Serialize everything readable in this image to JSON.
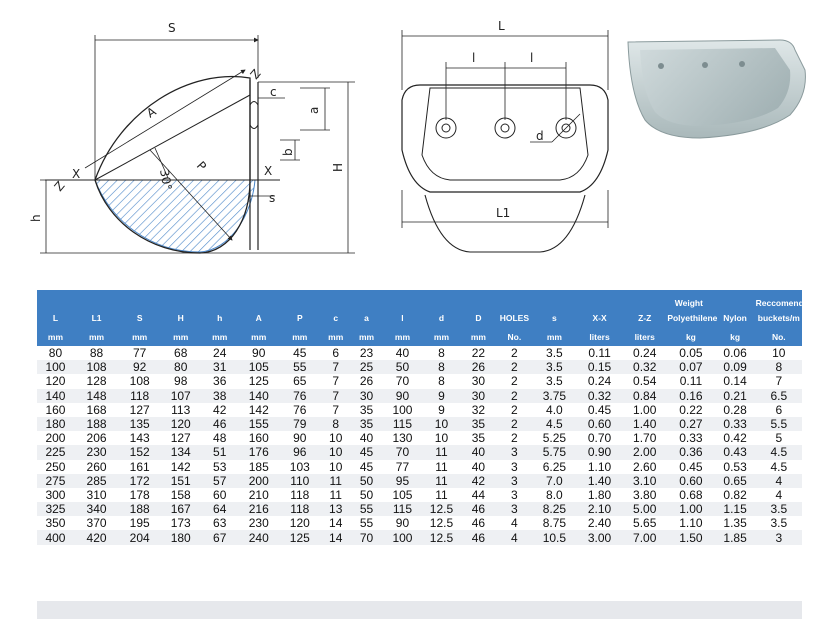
{
  "dims_left": {
    "S": "S",
    "A": "A",
    "P": "P",
    "c": "c",
    "a": "a",
    "b": "b",
    "H": "H",
    "h": "h",
    "s": "s",
    "x1": "X",
    "x2": "X",
    "z1": "Z",
    "z2": "Z",
    "angle": "30°"
  },
  "dims_mid": {
    "L": "L",
    "l1": "l",
    "l2": "l",
    "d": "d",
    "L1": "L1"
  },
  "table": {
    "header_row1": [
      "",
      "",
      "",
      "",
      "",
      "",
      "",
      "",
      "",
      "",
      "",
      "",
      "",
      "",
      "",
      "Weight",
      "",
      "Reccomended"
    ],
    "header_row2": [
      "L",
      "L1",
      "S",
      "H",
      "h",
      "A",
      "P",
      "c",
      "a",
      "l",
      "d",
      "D",
      "HOLES",
      "s",
      "X-X",
      "Z-Z",
      "Polyethilene",
      "Nylon",
      "buckets/m"
    ],
    "header_row3": [
      "mm",
      "mm",
      "mm",
      "mm",
      "mm",
      "mm",
      "mm",
      "mm",
      "mm",
      "mm",
      "mm",
      "mm",
      "No.",
      "mm",
      "liters",
      "liters",
      "kg",
      "kg",
      "No."
    ],
    "rows": [
      [
        "80",
        "88",
        "77",
        "68",
        "24",
        "90",
        "45",
        "6",
        "23",
        "40",
        "8",
        "22",
        "2",
        "3.5",
        "0.11",
        "0.24",
        "0.05",
        "0.06",
        "10"
      ],
      [
        "100",
        "108",
        "92",
        "80",
        "31",
        "105",
        "55",
        "7",
        "25",
        "50",
        "8",
        "26",
        "2",
        "3.5",
        "0.15",
        "0.32",
        "0.07",
        "0.09",
        "8"
      ],
      [
        "120",
        "128",
        "108",
        "98",
        "36",
        "125",
        "65",
        "7",
        "26",
        "70",
        "8",
        "30",
        "2",
        "3.5",
        "0.24",
        "0.54",
        "0.11",
        "0.14",
        "7"
      ],
      [
        "140",
        "148",
        "118",
        "107",
        "38",
        "140",
        "76",
        "7",
        "30",
        "90",
        "9",
        "30",
        "2",
        "3.75",
        "0.32",
        "0.84",
        "0.16",
        "0.21",
        "6.5"
      ],
      [
        "160",
        "168",
        "127",
        "113",
        "42",
        "142",
        "76",
        "7",
        "35",
        "100",
        "9",
        "32",
        "2",
        "4.0",
        "0.45",
        "1.00",
        "0.22",
        "0.28",
        "6"
      ],
      [
        "180",
        "188",
        "135",
        "120",
        "46",
        "155",
        "79",
        "8",
        "35",
        "115",
        "10",
        "35",
        "2",
        "4.5",
        "0.60",
        "1.40",
        "0.27",
        "0.33",
        "5.5"
      ],
      [
        "200",
        "206",
        "143",
        "127",
        "48",
        "160",
        "90",
        "10",
        "40",
        "130",
        "10",
        "35",
        "2",
        "5.25",
        "0.70",
        "1.70",
        "0.33",
        "0.42",
        "5"
      ],
      [
        "225",
        "230",
        "152",
        "134",
        "51",
        "176",
        "96",
        "10",
        "45",
        "70",
        "11",
        "40",
        "3",
        "5.75",
        "0.90",
        "2.00",
        "0.36",
        "0.43",
        "4.5"
      ],
      [
        "250",
        "260",
        "161",
        "142",
        "53",
        "185",
        "103",
        "10",
        "45",
        "77",
        "11",
        "40",
        "3",
        "6.25",
        "1.10",
        "2.60",
        "0.45",
        "0.53",
        "4.5"
      ],
      [
        "275",
        "285",
        "172",
        "151",
        "57",
        "200",
        "110",
        "11",
        "50",
        "95",
        "11",
        "42",
        "3",
        "7.0",
        "1.40",
        "3.10",
        "0.60",
        "0.65",
        "4"
      ],
      [
        "300",
        "310",
        "178",
        "158",
        "60",
        "210",
        "118",
        "11",
        "50",
        "105",
        "11",
        "44",
        "3",
        "8.0",
        "1.80",
        "3.80",
        "0.68",
        "0.82",
        "4"
      ],
      [
        "325",
        "340",
        "188",
        "167",
        "64",
        "216",
        "118",
        "13",
        "55",
        "115",
        "12.5",
        "46",
        "3",
        "8.25",
        "2.10",
        "5.00",
        "1.00",
        "1.15",
        "3.5"
      ],
      [
        "350",
        "370",
        "195",
        "173",
        "63",
        "230",
        "120",
        "14",
        "55",
        "90",
        "12.5",
        "46",
        "4",
        "8.75",
        "2.40",
        "5.65",
        "1.10",
        "1.35",
        "3.5"
      ],
      [
        "400",
        "420",
        "204",
        "180",
        "67",
        "240",
        "125",
        "14",
        "70",
        "100",
        "12.5",
        "46",
        "4",
        "10.5",
        "3.00",
        "7.00",
        "1.50",
        "1.85",
        "3"
      ]
    ]
  },
  "colors": {
    "header_bg": "#3f7fc3",
    "hatch": "#4a86c8",
    "bucket": "#b9c7c9"
  }
}
